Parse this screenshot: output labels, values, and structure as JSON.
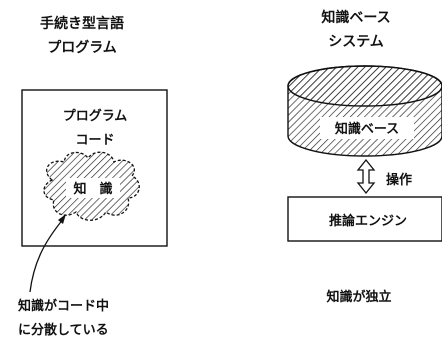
{
  "left": {
    "title_line1": "手続き型言語",
    "title_line2": "プログラム",
    "box_line1": "プログラム",
    "box_line2": "コード",
    "blob_label": "知　識",
    "caption_line1": "知識がコード中",
    "caption_line2": "に分散している"
  },
  "right": {
    "title_line1": "知識ベース",
    "title_line2": "システム",
    "cylinder_label": "知識ベース",
    "arrow_label": "操作",
    "engine_label": "推論エンジン",
    "caption": "知識が独立"
  }
}
